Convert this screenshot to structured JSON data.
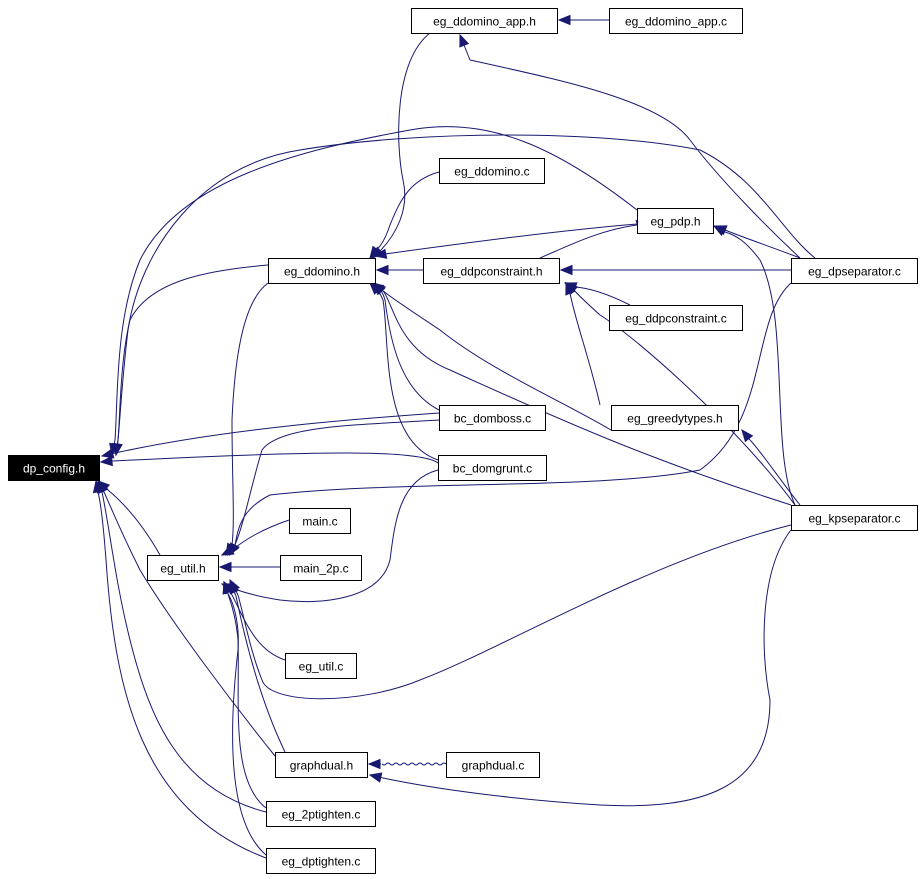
{
  "diagram": {
    "edge_color": "#191970",
    "focus_node": "dp_config.h",
    "nodes": [
      {
        "id": "dp_config",
        "label": "dp_config.h"
      },
      {
        "id": "eg_ddomino_app_h",
        "label": "eg_ddomino_app.h"
      },
      {
        "id": "eg_ddomino_app_c",
        "label": "eg_ddomino_app.c"
      },
      {
        "id": "eg_ddomino_c",
        "label": "eg_ddomino.c"
      },
      {
        "id": "eg_pdp_h",
        "label": "eg_pdp.h"
      },
      {
        "id": "eg_ddomino_h",
        "label": "eg_ddomino.h"
      },
      {
        "id": "eg_ddpconstraint_h",
        "label": "eg_ddpconstraint.h"
      },
      {
        "id": "eg_dpseparator_c",
        "label": "eg_dpseparator.c"
      },
      {
        "id": "eg_ddpconstraint_c",
        "label": "eg_ddpconstraint.c"
      },
      {
        "id": "bc_domboss_c",
        "label": "bc_domboss.c"
      },
      {
        "id": "eg_greedytypes_h",
        "label": "eg_greedytypes.h"
      },
      {
        "id": "bc_domgrunt_c",
        "label": "bc_domgrunt.c"
      },
      {
        "id": "eg_kpseparator_c",
        "label": "eg_kpseparator.c"
      },
      {
        "id": "main_c",
        "label": "main.c"
      },
      {
        "id": "eg_util_h",
        "label": "eg_util.h"
      },
      {
        "id": "main_2p_c",
        "label": "main_2p.c"
      },
      {
        "id": "eg_util_c",
        "label": "eg_util.c"
      },
      {
        "id": "graphdual_h",
        "label": "graphdual.h"
      },
      {
        "id": "graphdual_c",
        "label": "graphdual.c"
      },
      {
        "id": "eg_2ptighten_c",
        "label": "eg_2ptighten.c"
      },
      {
        "id": "eg_dptighten_c",
        "label": "eg_dptighten.c"
      }
    ],
    "edges": [
      {
        "from": "eg_ddomino_app_c",
        "to": "eg_ddomino_app_h"
      },
      {
        "from": "eg_ddomino_app_h",
        "to": "eg_ddomino_h"
      },
      {
        "from": "eg_ddomino_c",
        "to": "eg_ddomino_h"
      },
      {
        "from": "eg_pdp_h",
        "to": "eg_ddomino_h"
      },
      {
        "from": "eg_pdp_h",
        "to": "dp_config"
      },
      {
        "from": "eg_ddpconstraint_h",
        "to": "eg_ddomino_h"
      },
      {
        "from": "eg_ddpconstraint_h",
        "to": "eg_pdp_h"
      },
      {
        "from": "eg_dpseparator_c",
        "to": "eg_ddpconstraint_h"
      },
      {
        "from": "eg_dpseparator_c",
        "to": "eg_pdp_h"
      },
      {
        "from": "eg_dpseparator_c",
        "to": "dp_config"
      },
      {
        "from": "eg_dpseparator_c",
        "to": "eg_ddomino_app_h"
      },
      {
        "from": "eg_dpseparator_c",
        "to": "eg_util_h"
      },
      {
        "from": "eg_ddpconstraint_c",
        "to": "eg_ddpconstraint_h"
      },
      {
        "from": "eg_greedytypes_h",
        "to": "eg_ddpconstraint_h"
      },
      {
        "from": "eg_greedytypes_h",
        "to": "eg_ddomino_h"
      },
      {
        "from": "eg_kpseparator_c",
        "to": "eg_greedytypes_h"
      },
      {
        "from": "eg_kpseparator_c",
        "to": "eg_ddomino_h"
      },
      {
        "from": "eg_kpseparator_c",
        "to": "eg_ddpconstraint_h"
      },
      {
        "from": "eg_kpseparator_c",
        "to": "eg_pdp_h"
      },
      {
        "from": "eg_kpseparator_c",
        "to": "eg_util_h"
      },
      {
        "from": "eg_kpseparator_c",
        "to": "graphdual_h"
      },
      {
        "from": "eg_ddomino_h",
        "to": "dp_config"
      },
      {
        "from": "eg_ddomino_h",
        "to": "eg_util_h"
      },
      {
        "from": "bc_domboss_c",
        "to": "eg_ddomino_h"
      },
      {
        "from": "bc_domboss_c",
        "to": "dp_config"
      },
      {
        "from": "bc_domboss_c",
        "to": "eg_util_h"
      },
      {
        "from": "bc_domgrunt_c",
        "to": "eg_ddomino_h"
      },
      {
        "from": "bc_domgrunt_c",
        "to": "dp_config"
      },
      {
        "from": "bc_domgrunt_c",
        "to": "eg_util_h"
      },
      {
        "from": "main_c",
        "to": "eg_util_h"
      },
      {
        "from": "main_2p_c",
        "to": "eg_util_h"
      },
      {
        "from": "eg_util_c",
        "to": "eg_util_h"
      },
      {
        "from": "eg_util_h",
        "to": "dp_config"
      },
      {
        "from": "graphdual_c",
        "to": "graphdual_h"
      },
      {
        "from": "graphdual_h",
        "to": "eg_util_h"
      },
      {
        "from": "graphdual_h",
        "to": "dp_config"
      },
      {
        "from": "eg_2ptighten_c",
        "to": "eg_util_h"
      },
      {
        "from": "eg_2ptighten_c",
        "to": "dp_config"
      },
      {
        "from": "eg_dptighten_c",
        "to": "eg_util_h"
      },
      {
        "from": "eg_dptighten_c",
        "to": "dp_config"
      }
    ]
  }
}
